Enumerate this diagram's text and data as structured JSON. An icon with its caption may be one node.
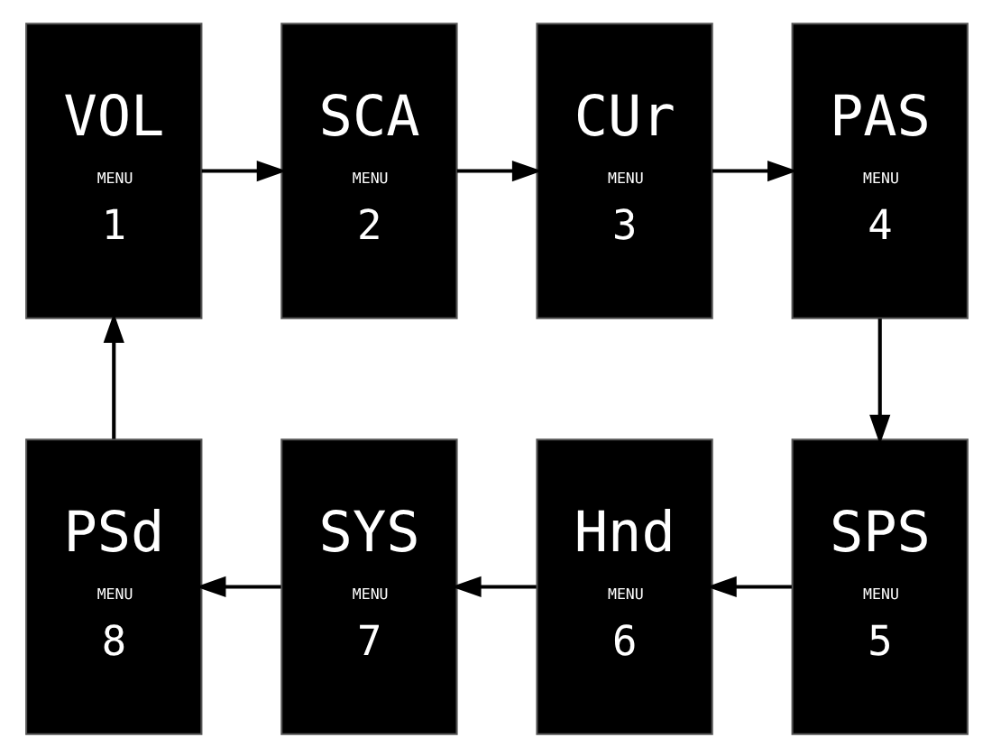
{
  "diagram": {
    "nodes": [
      {
        "text": [
          "VOL",
          "MENU",
          "1"
        ]
      },
      {
        "text": [
          "SCA",
          "MENU",
          "2"
        ]
      },
      {
        "text": [
          "CUr",
          "MENU",
          "3"
        ]
      },
      {
        "text": [
          "PAS",
          "MENU",
          "4"
        ]
      },
      {
        "text": [
          "SPS",
          "MENU",
          "5"
        ]
      },
      {
        "text": [
          "Hnd",
          "MENU",
          "6"
        ]
      },
      {
        "text": [
          "SYS",
          "MENU",
          "7"
        ]
      },
      {
        "text": [
          "PSd",
          "MENU",
          "8"
        ]
      }
    ],
    "edges": [
      {
        "from": 0,
        "to": 1,
        "arrow": "to"
      },
      {
        "from": 1,
        "to": 2,
        "arrow": "to"
      },
      {
        "from": 2,
        "to": 3,
        "arrow": "to"
      },
      {
        "from": 3,
        "to": 4,
        "arrow": "to"
      },
      {
        "from": 4,
        "to": 5,
        "arrow": "to"
      },
      {
        "from": 5,
        "to": 6,
        "arrow": "to"
      },
      {
        "from": 6,
        "to": 7,
        "arrow": "to"
      },
      {
        "from": 7,
        "to": 0,
        "arrow": "to"
      }
    ]
  }
}
